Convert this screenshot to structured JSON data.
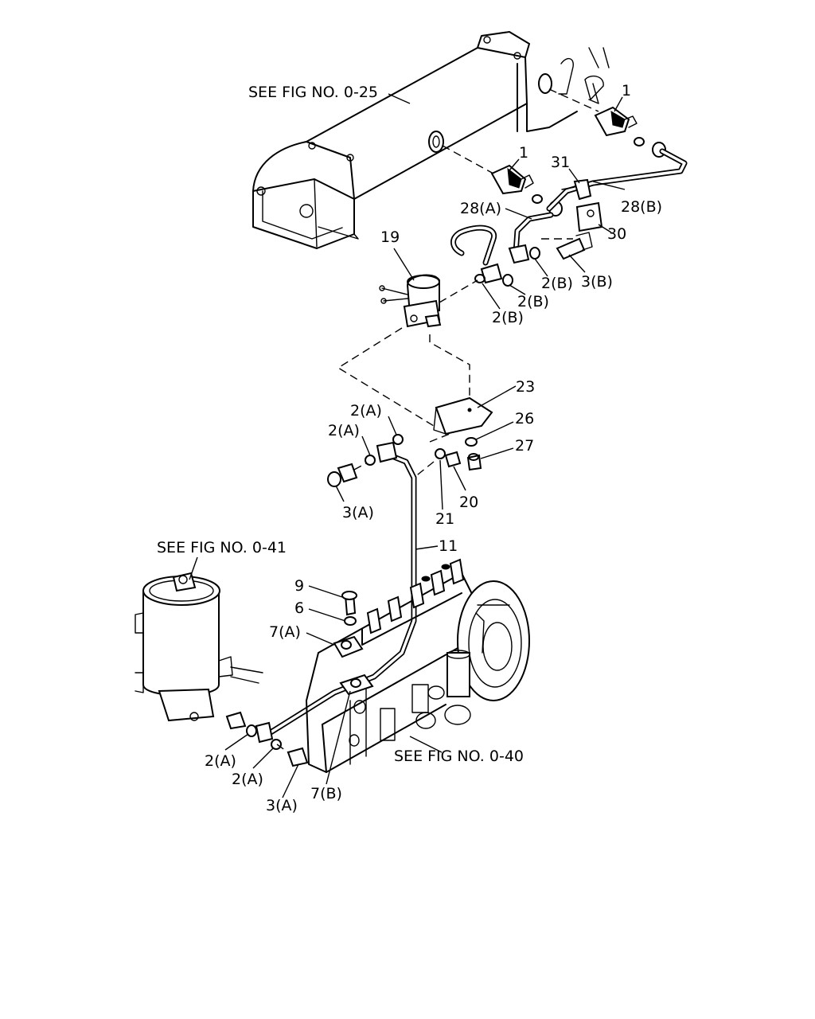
{
  "references": {
    "fig_025": "SEE FIG NO. 0-25",
    "fig_041": "SEE FIG NO. 0-41",
    "fig_040": "SEE FIG NO. 0-40"
  },
  "callouts": {
    "c1_top": "1",
    "c1_mid": "1",
    "c31": "31",
    "c28b": "28(B)",
    "c28a": "28(A)",
    "c30": "30",
    "c19": "19",
    "c2b_a": "2(B)",
    "c3b": "3(B)",
    "c2b_b": "2(B)",
    "c2b_c": "2(B)",
    "c23": "23",
    "c2a_top1": "2(A)",
    "c2a_top2": "2(A)",
    "c26": "26",
    "c27": "27",
    "c3a_top": "3(A)",
    "c20": "20",
    "c21": "21",
    "c11": "11",
    "c9": "9",
    "c6": "6",
    "c7a": "7(A)",
    "c2a_bot1": "2(A)",
    "c2a_bot2": "2(A)",
    "c7b": "7(B)",
    "c3a_bot": "3(A)"
  }
}
